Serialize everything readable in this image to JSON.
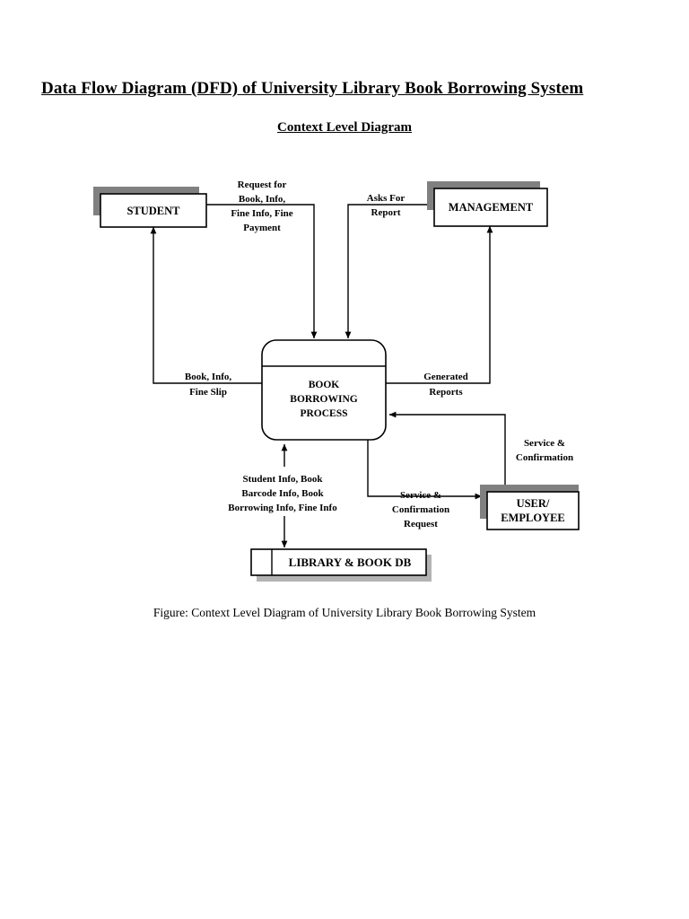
{
  "document": {
    "title": "Data Flow Diagram (DFD) of University Library Book Borrowing System",
    "subtitle": "Context Level Diagram",
    "caption": "Figure: Context Level Diagram of University Library Book Borrowing System"
  },
  "colors": {
    "background": "#ffffff",
    "line": "#000000",
    "entity_shadow": "#808080",
    "store_shadow": "#b3b3b3",
    "box_fill": "#ffffff"
  },
  "diagram": {
    "type": "data-flow-diagram",
    "level": "context",
    "entities": [
      {
        "id": "student",
        "label": "STUDENT"
      },
      {
        "id": "management",
        "label": "MANAGEMENT"
      },
      {
        "id": "user_employee",
        "label_line1": "USER/",
        "label_line2": "EMPLOYEE"
      }
    ],
    "process": {
      "id": "book_borrowing_process",
      "label_line1": "BOOK",
      "label_line2": "BORROWING",
      "label_line3": "PROCESS"
    },
    "datastore": {
      "id": "library_book_db",
      "label": "LIBRARY & BOOK DB"
    },
    "flows": [
      {
        "id": "request_for_book",
        "from": "student",
        "to": "book_borrowing_process",
        "label_line1": "Request for",
        "label_line2": "Book, Info,",
        "label_line3": "Fine Info, Fine",
        "label_line4": "Payment"
      },
      {
        "id": "asks_for_report",
        "from": "management",
        "to": "book_borrowing_process",
        "label_line1": "Asks For",
        "label_line2": "Report"
      },
      {
        "id": "book_info_fine_slip",
        "from": "book_borrowing_process",
        "to": "student",
        "label_line1": "Book, Info,",
        "label_line2": "Fine Slip"
      },
      {
        "id": "generated_reports",
        "from": "book_borrowing_process",
        "to": "management",
        "label_line1": "Generated",
        "label_line2": "Reports"
      },
      {
        "id": "service_confirmation",
        "from": "user_employee",
        "to": "book_borrowing_process",
        "label_line1": "Service &",
        "label_line2": "Confirmation"
      },
      {
        "id": "service_confirmation_request",
        "from": "book_borrowing_process",
        "to": "user_employee",
        "label_line1": "Service &",
        "label_line2": "Confirmation",
        "label_line3": "Request"
      },
      {
        "id": "student_book_info",
        "from": "library_book_db",
        "to": "book_borrowing_process",
        "label_line1": "Student Info, Book",
        "label_line2": "Barcode Info, Book",
        "label_line3": "Borrowing Info, Fine Info"
      }
    ]
  }
}
